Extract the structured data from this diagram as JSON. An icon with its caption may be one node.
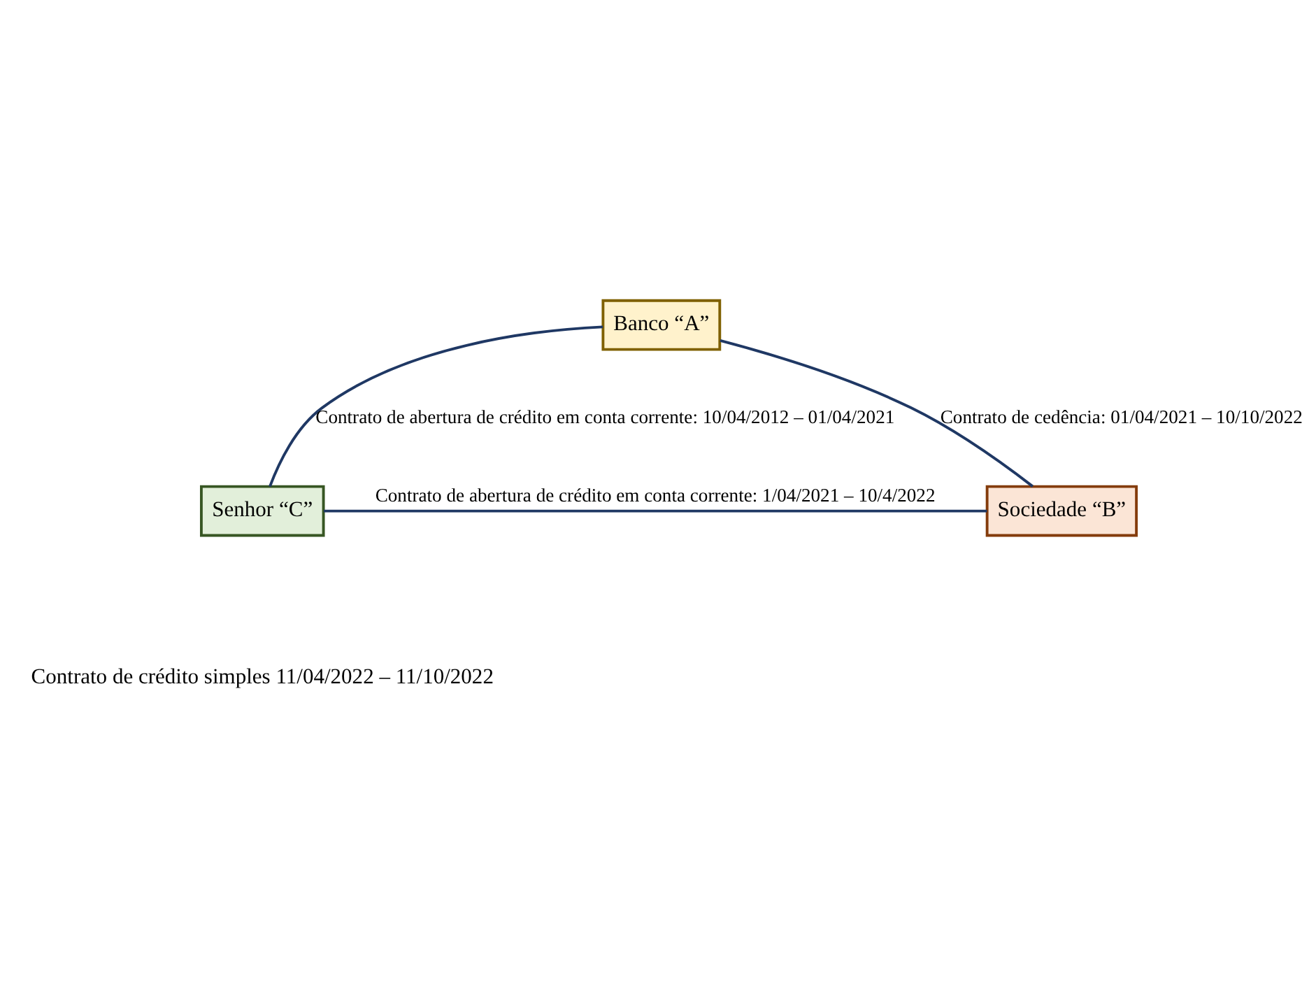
{
  "diagram": {
    "nodes": [
      {
        "text": [
          "Banco “A”"
        ]
      },
      {
        "text": [
          "Senhor “C”"
        ]
      },
      {
        "text": [
          "Sociedade “B”"
        ]
      }
    ],
    "edges": [
      {
        "from": 0,
        "to": 1,
        "arrow": "none",
        "label": "Contrato de abertura de crédito em conta corrente: 10/04/2012 – 01/04/2021"
      },
      {
        "from": 0,
        "to": 2,
        "arrow": "none",
        "label": "Contrato de cedência: 01/04/2021 – 10/10/2022"
      },
      {
        "from": 1,
        "to": 2,
        "arrow": "none",
        "label": "Contrato de abertura de crédito em conta corrente: 1/04/2021 – 10/4/2022"
      }
    ],
    "labels": [
      "Contrato de crédito simples 11/04/2022 – 11/10/2022"
    ]
  }
}
